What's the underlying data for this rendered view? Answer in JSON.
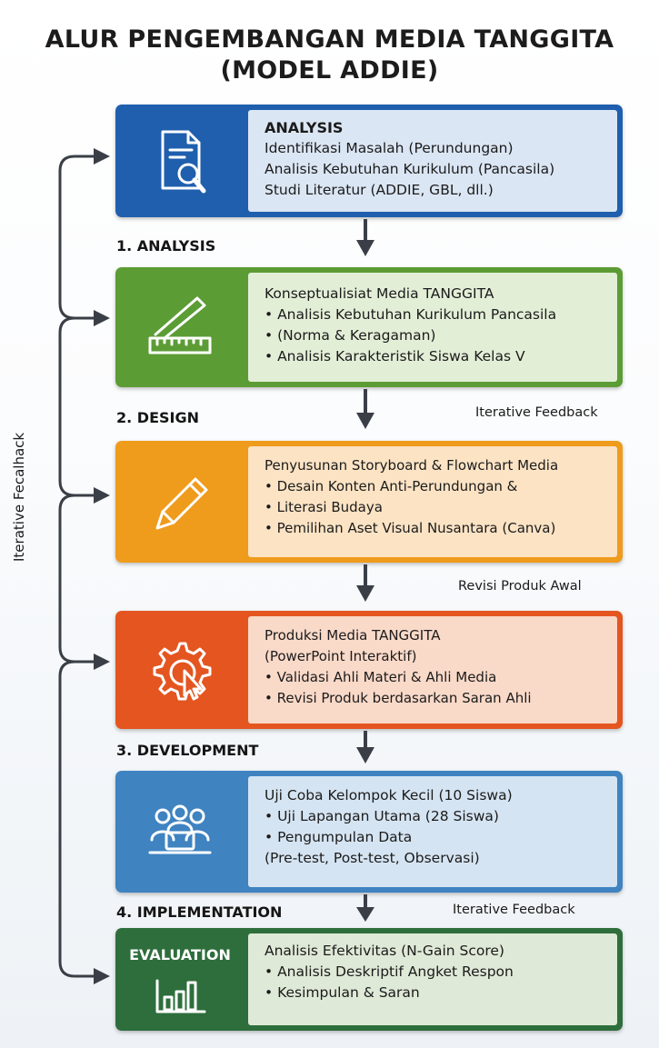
{
  "title": {
    "line1": "ALUR PENGEMBANGAN MEDIA TANGGITA",
    "line2": "(MODEL ADDIE)"
  },
  "stages": [
    {
      "icon": "document-search-icon",
      "lines": [
        "ANALYSIS",
        "Identifikasi Masalah (Perundungan)",
        "Analisis Kebutuhan Kurikulum (Pancasila)",
        "Studi Literatur (ADDIE, GBL, dll.)"
      ]
    },
    {
      "icon": "ruler-icon",
      "lines": [
        "Konseptualisiat Media TANGGITA",
        "• Analisis Kebutuhan Kurikulum Pancasila",
        "• (Norma & Keragaman)",
        "• Analisis Karakteristik Siswa Kelas V"
      ]
    },
    {
      "icon": "pencil-icon",
      "lines": [
        "Penyusunan Storyboard & Flowchart Media",
        "• Desain Konten Anti-Perundungan &",
        "• Literasi Budaya",
        "• Pemilihan Aset Visual Nusantara (Canva)"
      ]
    },
    {
      "icon": "gear-cursor-icon",
      "lines": [
        "Produksi Media TANGGITA",
        "(PowerPoint Interaktif)",
        "• Validasi Ahli Materi & Ahli Media",
        "• Revisi Produk berdasarkan Saran Ahli"
      ]
    },
    {
      "icon": "group-users-icon",
      "lines": [
        "Uji Coba Kelompok Kecil (10 Siswa)",
        "• Uji Lapangan Utama (28 Siswa)",
        "• Pengumpulan Data",
        "(Pre-test, Post-test,  Observasi)"
      ]
    },
    {
      "icon": "bar-chart-icon",
      "badge": "EVALUATION",
      "lines": [
        "Analisis Efektivitas (N-Gain Score)",
        "• Analisis Deskriptif Angket Respon",
        "• Kesimpulan & Saran"
      ]
    }
  ],
  "phase_labels": [
    "1. ANALYSIS",
    "2. DESIGN",
    "3. DEVELOPMENT",
    "4. IMPLEMENTATION"
  ],
  "feedback_labels": [
    "Iterative Feedback",
    "Revisi Produk Awal",
    "Iterative Feedback"
  ],
  "side_loop_label": "Iterative Fecalhack",
  "colors": {
    "analysis": "#1f5fae",
    "design": "#5c9c35",
    "development_draft": "#ef9b1c",
    "development": "#e45520",
    "implementation": "#3f83c1",
    "evaluation": "#2e6e3c"
  }
}
